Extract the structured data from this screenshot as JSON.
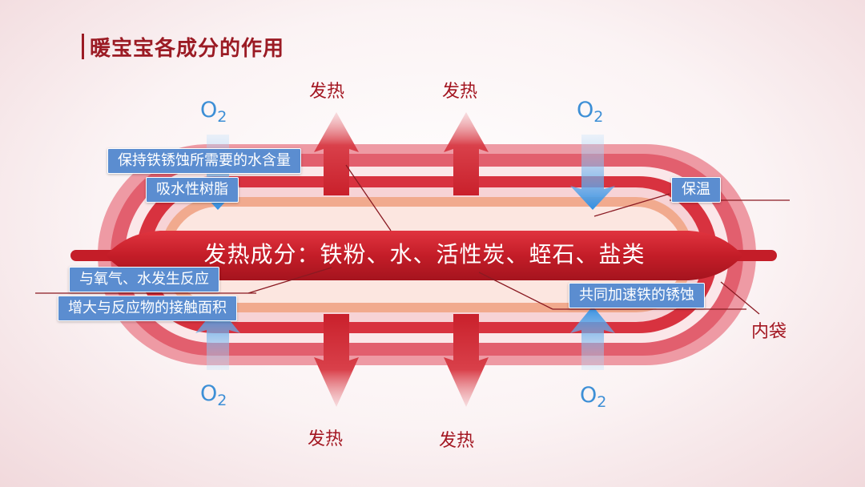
{
  "title": "暖宝宝各成分的作用",
  "core": {
    "label": "发热成分：铁粉、水、活性炭、蛭石、盐类"
  },
  "heat_labels": [
    "发热",
    "发热",
    "发热",
    "发热"
  ],
  "oxygen": {
    "symbol": "O",
    "subscript": "2"
  },
  "tags": {
    "water_content": "保持铁锈蚀所需要的水含量",
    "resin": "吸水性树脂",
    "insulation": "保温",
    "react": "与氧气、水发生反应",
    "area": "增大与反应物的接触面积",
    "accelerate": "共同加速铁的锈蚀"
  },
  "inner_bag": "内袋",
  "colors": {
    "title": "#9b1b24",
    "heat_text": "#a31621",
    "oxygen_text": "#3d8fd6",
    "tag_bg": "#5b8dd0",
    "outer_ring": "#e8707e",
    "core": "#c9202b"
  }
}
